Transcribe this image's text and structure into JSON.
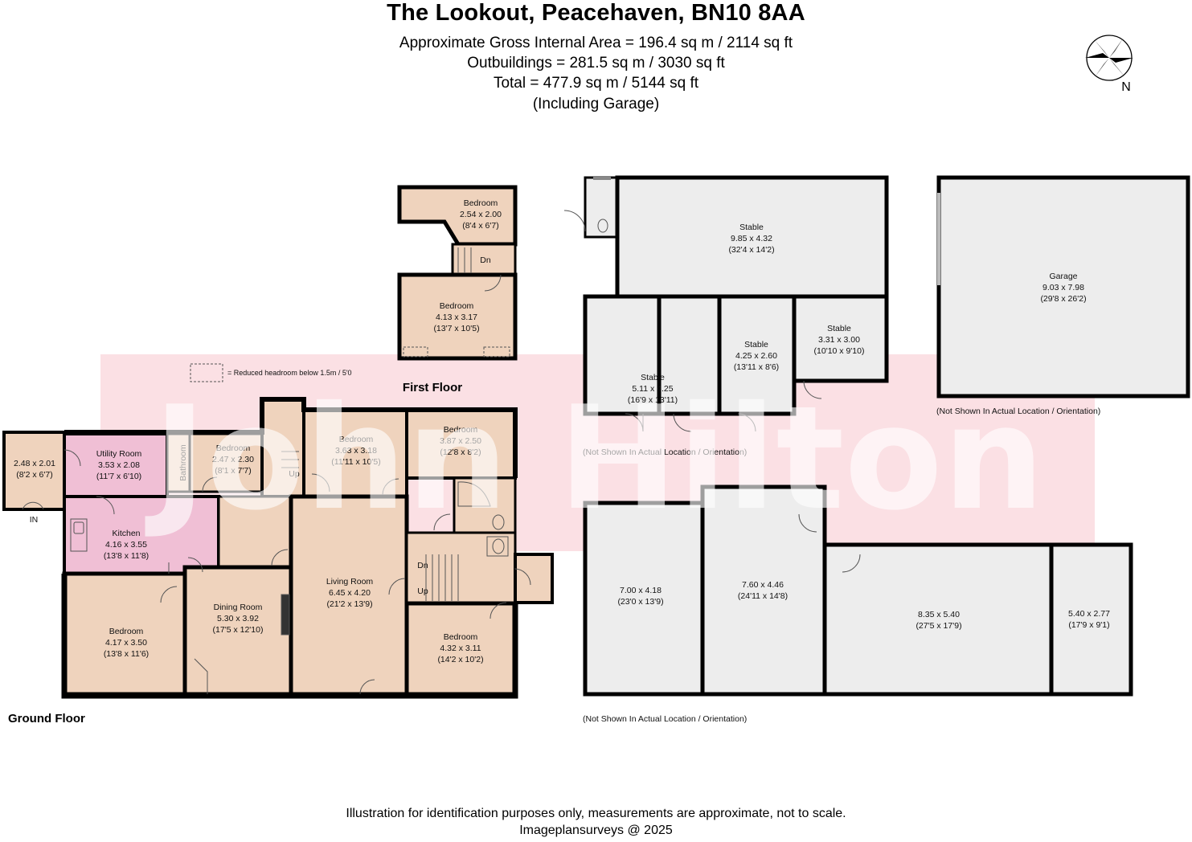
{
  "header": {
    "title": "The Lookout, Peacehaven, BN10 8AA",
    "area_line": "Approximate Gross Internal Area = 196.4 sq m / 2114 sq ft",
    "outbuildings_line": "Outbuildings = 281.5 sq m / 3030 sq ft",
    "total_line": "Total = 477.9 sq m / 5144 sq ft",
    "garage_note": "(Including Garage)"
  },
  "compass": {
    "icon": "compass-rose-icon",
    "label": "N"
  },
  "watermark": {
    "text": "John Hilton"
  },
  "floor_labels": {
    "ground": "Ground Floor",
    "first": "First Floor"
  },
  "legend": {
    "reduced_headroom": "= Reduced headroom below 1.5m / 5'0"
  },
  "ground_floor": {
    "porch": {
      "size_m": "2.48 x 2.01",
      "size_ft": "(8'2 x 6'7)"
    },
    "entry": "IN",
    "utility": {
      "name": "Utility Room",
      "size_m": "3.53 x 2.08",
      "size_ft": "(11'7 x 6'10)"
    },
    "bathroom": "Bathroom",
    "bedroom_small": {
      "name": "Bedroom",
      "size_m": "2.47 x 2.30",
      "size_ft": "(8'1 x 7'7)"
    },
    "bedroom_mid": {
      "name": "Bedroom",
      "size_m": "3.63 x 3.18",
      "size_ft": "(11'11 x 10'5)"
    },
    "bedroom_ne": {
      "name": "Bedroom",
      "size_m": "3.87 x 2.50",
      "size_ft": "(12'8 x 8'2)"
    },
    "kitchen": {
      "name": "Kitchen",
      "size_m": "4.16 x 3.55",
      "size_ft": "(13'8 x 11'8)"
    },
    "bedroom_sw": {
      "name": "Bedroom",
      "size_m": "4.17 x 3.50",
      "size_ft": "(13'8 x 11'6)"
    },
    "dining": {
      "name": "Dining Room",
      "size_m": "5.30 x 3.92",
      "size_ft": "(17'5 x 12'10)"
    },
    "living": {
      "name": "Living Room",
      "size_m": "6.45 x 4.20",
      "size_ft": "(21'2 x 13'9)"
    },
    "bedroom_se": {
      "name": "Bedroom",
      "size_m": "4.32 x 3.11",
      "size_ft": "(14'2 x 10'2)"
    },
    "stair_up_1": "Up",
    "stair_up_2": "Up",
    "stair_down": "Dn"
  },
  "first_floor": {
    "bedroom_top": {
      "name": "Bedroom",
      "size_m": "2.54 x 2.00",
      "size_ft": "(8'4 x 6'7)"
    },
    "bedroom_lower": {
      "name": "Bedroom",
      "size_m": "4.13 x 3.17",
      "size_ft": "(13'7 x 10'5)"
    },
    "stair_down": "Dn"
  },
  "outbuildings": {
    "stable_large": {
      "name": "Stable",
      "size_m": "9.85 x 4.32",
      "size_ft": "(32'4 x 14'2)"
    },
    "stable_a": {
      "name": "Stable",
      "size_m": "5.11 x 4.25",
      "size_ft": "(16'9 x 13'11)"
    },
    "stable_b": {
      "name": "Stable",
      "size_m": "4.25 x 2.60",
      "size_ft": "(13'11 x 8'6)"
    },
    "stable_c": {
      "name": "Stable",
      "size_m": "3.31 x 3.00",
      "size_ft": "(10'10 x 9'10)"
    },
    "garage": {
      "name": "Garage",
      "size_m": "9.03 x 7.98",
      "size_ft": "(29'8 x 26'2)"
    },
    "room_1": {
      "size_m": "7.00 x 4.18",
      "size_ft": "(23'0 x 13'9)"
    },
    "room_2": {
      "size_m": "7.60 x 4.46",
      "size_ft": "(24'11 x 14'8)"
    },
    "room_3": {
      "size_m": "8.35 x 5.40",
      "size_ft": "(27'5 x 17'9)"
    },
    "room_4": {
      "size_m": "5.40 x 2.77",
      "size_ft": "(17'9 x 9'1)"
    },
    "note_stables": "(Not Shown In Actual Location / Orientation)",
    "note_garage": "(Not Shown In Actual Location / Orientation)",
    "note_rooms": "(Not Shown In Actual Location / Orientation)"
  },
  "footer": {
    "disclaimer": "Illustration for identification purposes only, measurements are approximate, not to scale.",
    "credit": "Imageplansurveys @ 2025"
  },
  "colors": {
    "room_fill": "#efd3bd",
    "utility_fill": "#f0bfd5",
    "outbuilding_fill": "#ededed",
    "wall": "#000000",
    "watermark_band": "#f7c6cd"
  }
}
